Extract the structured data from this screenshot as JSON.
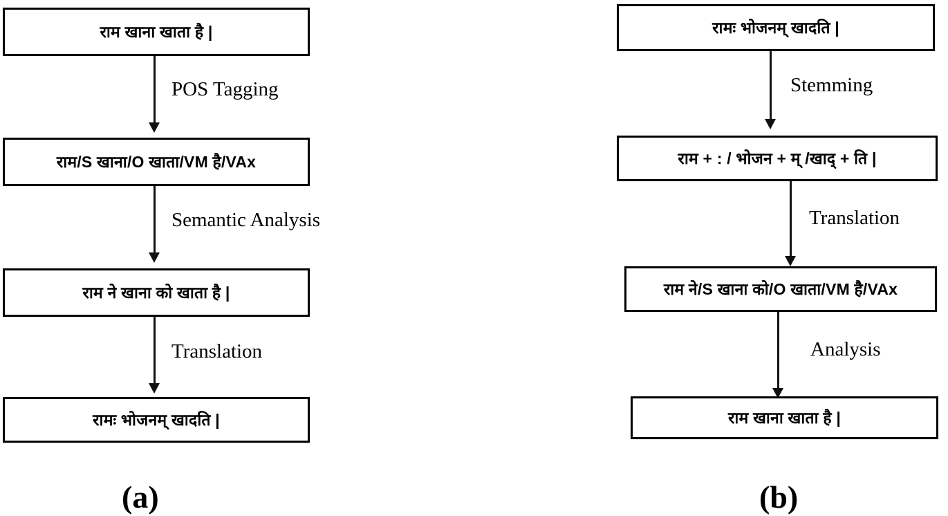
{
  "figure": {
    "type": "flowchart",
    "description": "Two parallel NLP pipeline flowcharts for Hindi to Sanskrit and Sanskrit to Hindi machine translation"
  },
  "panel_a": {
    "caption": "(a)",
    "boxes": [
      {
        "id": "a1",
        "text": "राम खाना खाता है  |"
      },
      {
        "id": "a2",
        "text": "राम/S खाना/O खाता/VM है/VAx"
      },
      {
        "id": "a3",
        "text": "राम ने खाना को खाता है  |"
      },
      {
        "id": "a4",
        "text": "रामः भोजनम् खादति  |"
      }
    ],
    "edges": [
      {
        "id": "a-e1",
        "label": "POS Tagging"
      },
      {
        "id": "a-e2",
        "label": "Semantic Analysis"
      },
      {
        "id": "a-e3",
        "label": "Translation"
      }
    ]
  },
  "panel_b": {
    "caption": "(b)",
    "boxes": [
      {
        "id": "b1",
        "text": "रामः भोजनम् खादति  |"
      },
      {
        "id": "b2",
        "text": "राम  +  :  / भोजन  +  म् /खाद्  +  ति |"
      },
      {
        "id": "b3",
        "text": "राम ने/S खाना को/O खाता/VM है/VAx"
      },
      {
        "id": "b4",
        "text": "राम खाना खाता है  |"
      }
    ],
    "edges": [
      {
        "id": "b-e1",
        "label": "Stemming"
      },
      {
        "id": "b-e2",
        "label": "Translation"
      },
      {
        "id": "b-e3",
        "label": "Analysis"
      }
    ]
  },
  "colors": {
    "stroke": "#000000",
    "background": "#ffffff",
    "text": "#000000"
  }
}
